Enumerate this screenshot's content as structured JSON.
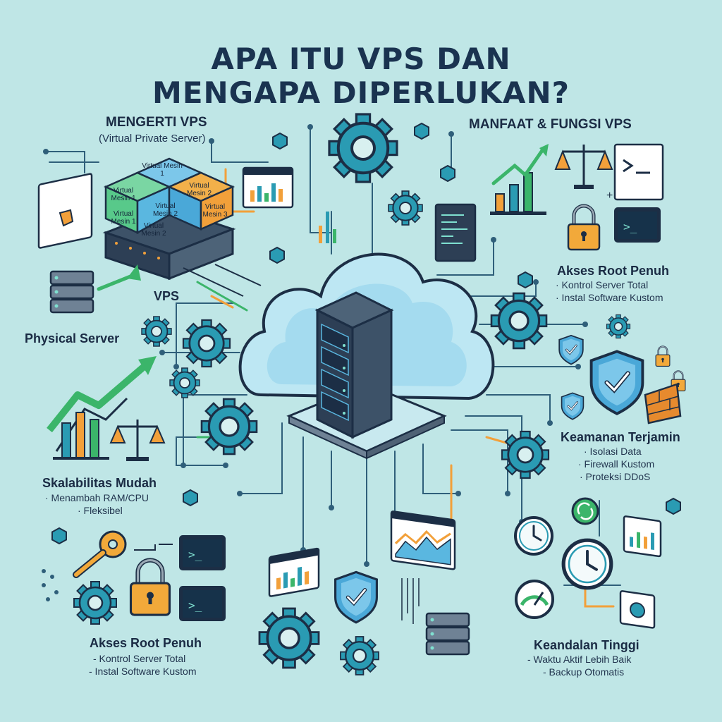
{
  "title_line1": "APA ITU VPS DAN",
  "title_line2": "MENGAPA DIPERLUKAN?",
  "left_heading": "MENGERTI VPS",
  "left_subheading": "(Virtual Private Server)",
  "right_heading": "MANFAAT & FUNGSI VPS",
  "vm_labels": [
    "Virtual Mesin 1",
    "Virtual Mesin 2",
    "Virtual Mesin 3"
  ],
  "label_vps": "VPS",
  "label_physical": "Physical Server",
  "akses_top": {
    "title": "Akses Root Penuh",
    "items": [
      "· Kontrol Server Total",
      "· Instal Software Kustom"
    ]
  },
  "keamanan": {
    "title": "Keamanan Terjamin",
    "items": [
      "· Isolasi Data",
      "· Firewall Kustom",
      "· Proteksi DDoS"
    ]
  },
  "skalabilitas": {
    "title": "Skalabilitas Mudah",
    "items": [
      "· Menambah RAM/CPU",
      "· Fleksibel"
    ]
  },
  "akses_bottom": {
    "title": "Akses Root Penuh",
    "items": [
      "- Kontrol Server Total",
      "- Instal Software Kustom"
    ]
  },
  "keandalan": {
    "title": "Keandalan Tinggi",
    "items": [
      "- Waktu Aktif Lebih Baik",
      "- Backup Otomatis"
    ]
  },
  "terminal_prompt": ">_",
  "colors": {
    "background": "#bfe6e6",
    "navy": "#1c2e45",
    "teal": "#2a9bb3",
    "green": "#3bb56a",
    "orange": "#f2a03a",
    "blue": "#5ab7e0"
  }
}
